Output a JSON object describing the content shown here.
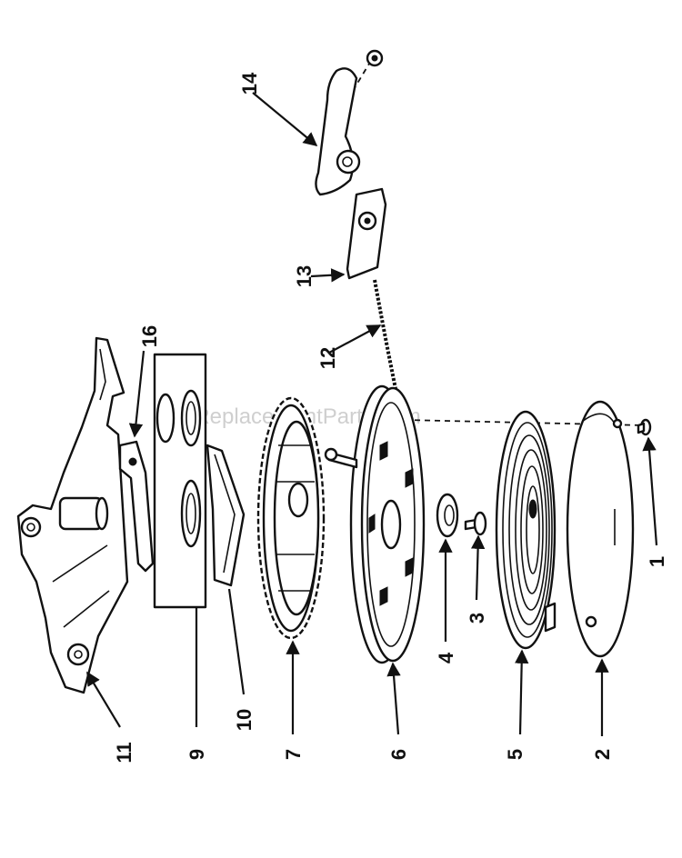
{
  "watermark": "eReplacementParts.com",
  "callouts": [
    {
      "id": "c1",
      "text": "1"
    },
    {
      "id": "c2",
      "text": "2"
    },
    {
      "id": "c3",
      "text": "3"
    },
    {
      "id": "c4",
      "text": "4"
    },
    {
      "id": "c5",
      "text": "5"
    },
    {
      "id": "c6",
      "text": "6"
    },
    {
      "id": "c7",
      "text": "7"
    },
    {
      "id": "c9",
      "text": "9"
    },
    {
      "id": "c10",
      "text": "10"
    },
    {
      "id": "c11",
      "text": "11"
    },
    {
      "id": "c12",
      "text": "12"
    },
    {
      "id": "c13",
      "text": "13"
    },
    {
      "id": "c14",
      "text": "14"
    },
    {
      "id": "c16",
      "text": "16"
    }
  ]
}
